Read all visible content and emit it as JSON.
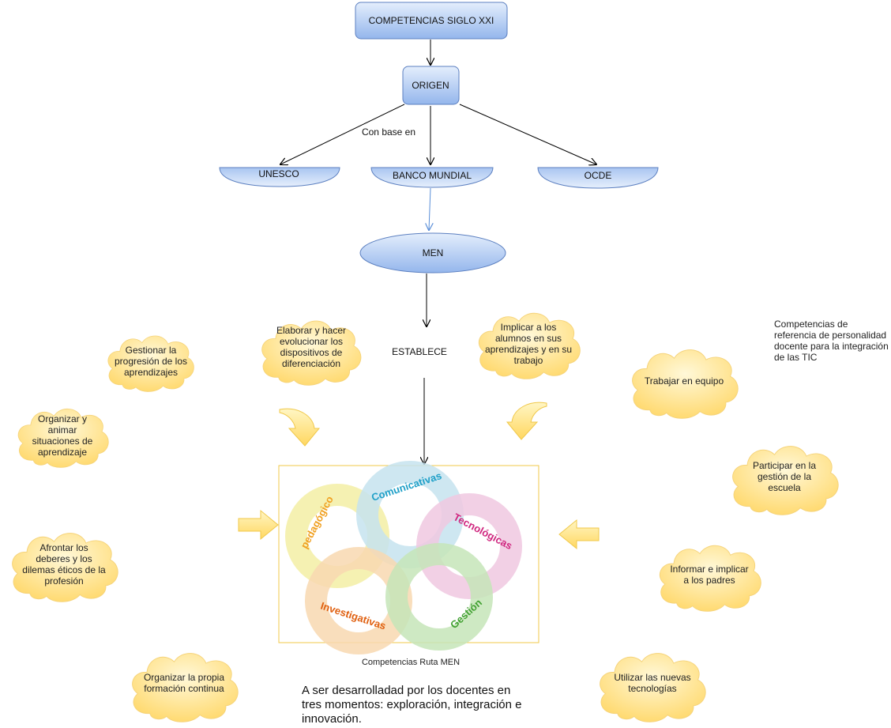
{
  "nodes": {
    "root": "COMPETENCIAS SIGLO XXI",
    "origen": "ORIGEN",
    "con_base_en": "Con base en",
    "unesco": "UNESCO",
    "banco_mundial": "BANCO MUNDIAL",
    "ocde": "OCDE",
    "men": "MEN",
    "establece": "ESTABLECE"
  },
  "clouds": [
    "Gestionar la progresión de los aprendizajes",
    "Elaborar y hacer evolucionar los dispositivos de diferenciación",
    "Implicar a los alumnos en sus aprendizajes y en su trabajo",
    "Trabajar en equipo",
    "Organizar y animar situaciones de aprendizaje",
    "Participar en la gestión de la escuela",
    "Afrontar los deberes y los dilemas éticos de la profesión",
    "Informar e implicar a los padres",
    "Organizar la propia formación continua",
    "Utilizar las nuevas tecnologías"
  ],
  "note": "Competencias de referencia de personalidad docente para la integración de las TIC",
  "rings": {
    "pedagogico": "pedagógico",
    "comunicativas": "Comunicativas",
    "tecnologicas": "Tecnológicas",
    "investigativas": "Investigativas",
    "gestion": "Gestión"
  },
  "caption": "Competencias Ruta MEN",
  "bottom_text": "A ser desarrolladad por los docentes en tres momentos: exploración, integración e innovación.",
  "colors": {
    "blue_fill_top": "#dce8fb",
    "blue_fill_bottom": "#9dbdee",
    "blue_stroke": "#5b7fc0",
    "cloud_fill": "#ffe38a",
    "cloud_light": "#fff4c8",
    "ring_pedagogico": "#f3eea4",
    "ring_comunicativas": "#c5e3ee",
    "ring_tecnologicas": "#f0c8e0",
    "ring_investigativas": "#f8d8b0",
    "ring_gestion": "#c6e5b8",
    "text_pedagogico": "#f0a020",
    "text_comunicativas": "#1fa0c8",
    "text_tecnologicas": "#d02880",
    "text_investigativas": "#e06010",
    "text_gestion": "#40a030"
  }
}
